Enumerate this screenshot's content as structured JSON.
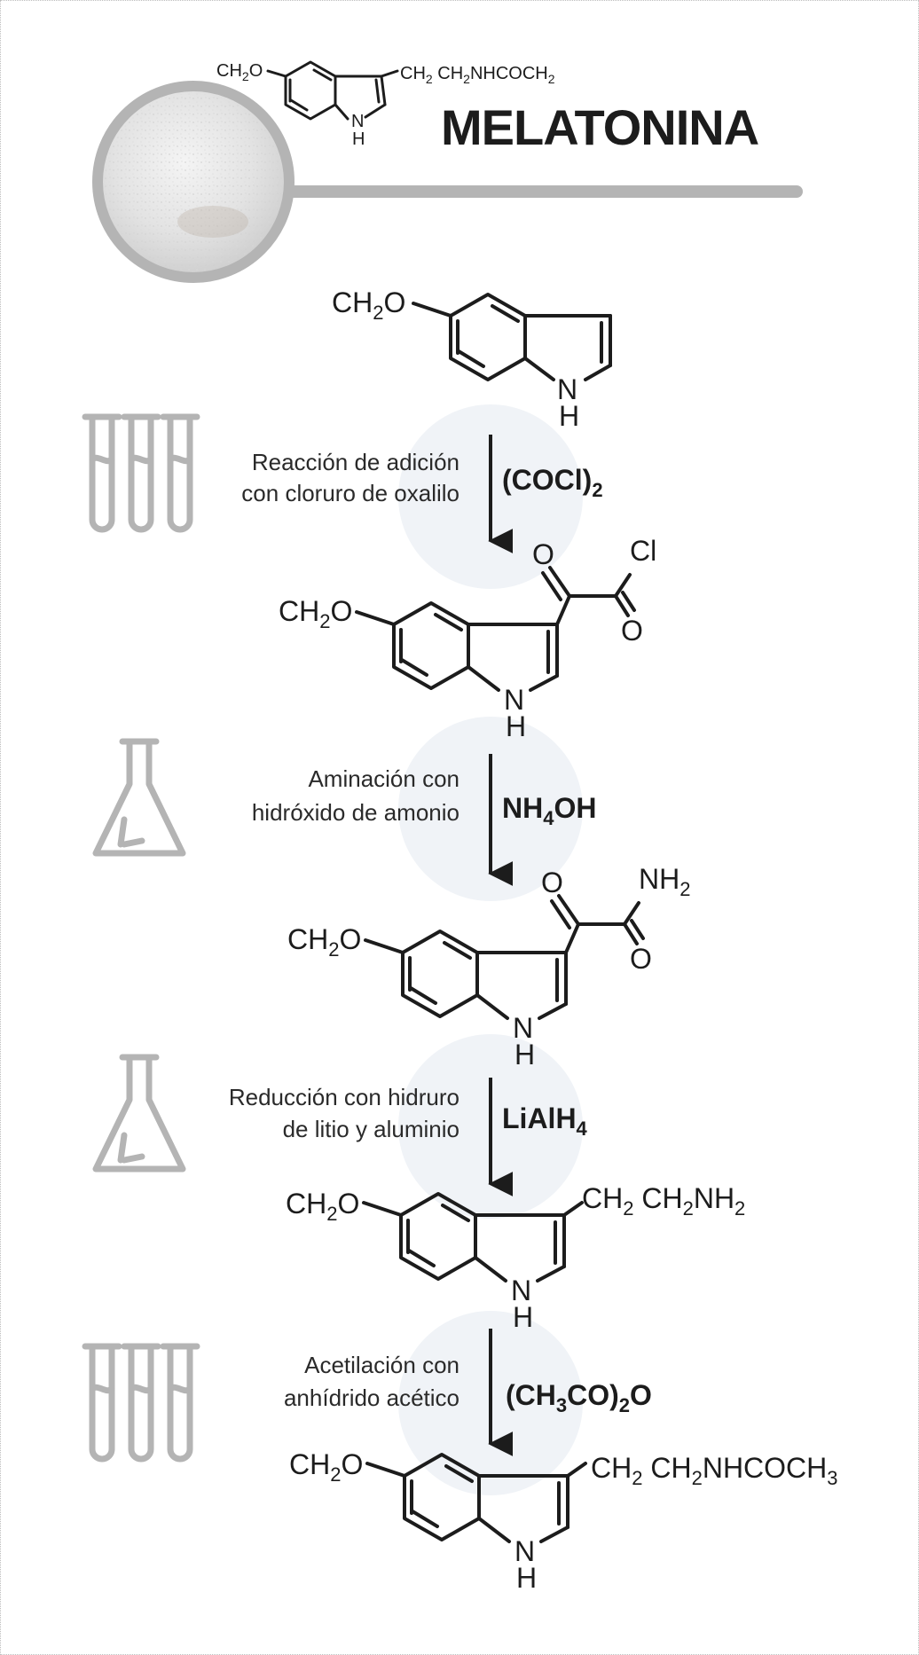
{
  "header": {
    "title": "MELATONINA",
    "formula_left": "CH",
    "formula_left_sub": "2",
    "formula_left_o": "O",
    "formula_right": "CH",
    "formula_right_sub1": "2",
    "formula_right_mid": " CH",
    "formula_right_sub2": "2",
    "formula_right_tail": "NHCOCH",
    "formula_right_sub3": "2",
    "nh_n": "N",
    "nh_h": "H"
  },
  "molecules": [
    {
      "left": "CH",
      "left_sub": "2",
      "left_o": "O",
      "n": "N",
      "h": "H"
    },
    {
      "left": "CH",
      "left_sub": "2",
      "left_o": "O",
      "n": "N",
      "h": "H",
      "o_top": "O",
      "o_bottom": "O",
      "end_group": "Cl",
      "end_sub": ""
    },
    {
      "left": "CH",
      "left_sub": "2",
      "left_o": "O",
      "n": "N",
      "h": "H",
      "o_top": "O",
      "o_bottom": "O",
      "end_group": "NH",
      "end_sub": "2"
    },
    {
      "left": "CH",
      "left_sub": "2",
      "left_o": "O",
      "n": "N",
      "h": "H",
      "chain_a": "CH",
      "chain_a_sub": "2",
      "chain_b": " CH",
      "chain_b_sub": "2",
      "chain_c": "NH",
      "chain_c_sub": "2"
    },
    {
      "left": "CH",
      "left_sub": "2",
      "left_o": "O",
      "n": "N",
      "h": "H",
      "chain_a": "CH",
      "chain_a_sub": "2",
      "chain_b": " CH",
      "chain_b_sub": "2",
      "chain_c": "NHCOCH",
      "chain_c_sub": "3"
    }
  ],
  "steps": [
    {
      "line1": "Reacción de adición",
      "line2": "con cloruro de oxalilo",
      "reagent": "(COCl)",
      "reagent_sub": "2",
      "reagent_tail": "",
      "icon": "test-tubes-icon"
    },
    {
      "line1": "Aminación con",
      "line2": "hidróxido de amonio",
      "reagent": "NH",
      "reagent_sub": "4",
      "reagent_tail": "OH",
      "icon": "flask-icon"
    },
    {
      "line1": "Reducción con hidruro",
      "line2": "de litio y aluminio",
      "reagent": "LiAlH",
      "reagent_sub": "4",
      "reagent_tail": "",
      "icon": "flask-icon"
    },
    {
      "line1": "Acetilación con",
      "line2": "anhídrido acético",
      "reagent": "(CH",
      "reagent_sub": "3",
      "reagent_tail": "CO)",
      "reagent_sub2": "2",
      "reagent_tail2": "O",
      "icon": "test-tubes-icon"
    }
  ],
  "colors": {
    "ink": "#1c1c1c",
    "glassware": "#b4b4b4",
    "halo": "#f0f3f7",
    "header_bar": "#b4b4b4"
  }
}
